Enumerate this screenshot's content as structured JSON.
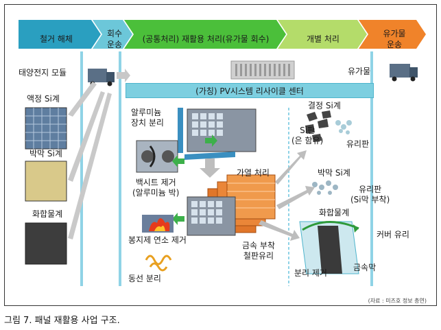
{
  "stages": [
    {
      "label": "철거 해체"
    },
    {
      "label": "회수\n운송"
    },
    {
      "label": "(공통처리) 재활용 처리(유가물 회수)"
    },
    {
      "label": "개별 처리"
    },
    {
      "label": "유가물\n운송"
    }
  ],
  "labels": {
    "solar_module": "태양전지 모듈",
    "crystalline_si": "액정 Si계",
    "thin_film_si": "박막 Si계",
    "compound": "화합물계",
    "valuables": "유가물",
    "center": "(가칭) PV시스템 리사이클 센터",
    "aluminum_frame": "알루미늄\n장치 분리",
    "backsheet_removal": "백시트 제거\n(알루미늄 박)",
    "sealant_burn": "봉지제 연소 제거",
    "copper_separation": "동선 분리",
    "heat_treatment": "가열 처리",
    "metal_attached": "금속 부착\n철판유리",
    "crystal_si_right": "결정 Si계",
    "si_plate": "Si판\n(은 함유)",
    "glass_plate": "유리판",
    "thin_si_right": "박막 Si계",
    "glass_plate_si": "유리판\n(Si막 부착)",
    "compound_right": "화합물계",
    "cover_glass": "커버 유리",
    "separation_removal": "분리 제거",
    "metal_film": "금속막"
  },
  "source": "(자료 : 미즈호 정보 총연)",
  "caption": "그림 7. 패널 재활용 사업 구조.",
  "colors": {
    "stage1": "#2a9fc0",
    "stage2": "#6cc7d9",
    "stage3": "#4bbf3a",
    "stage4": "#b4dc6a",
    "stage5": "#f0832a",
    "flow_lines": "#8fd3e6",
    "arrow_gray": "#b8b8b8",
    "center_bar": "#7dcfe0"
  }
}
